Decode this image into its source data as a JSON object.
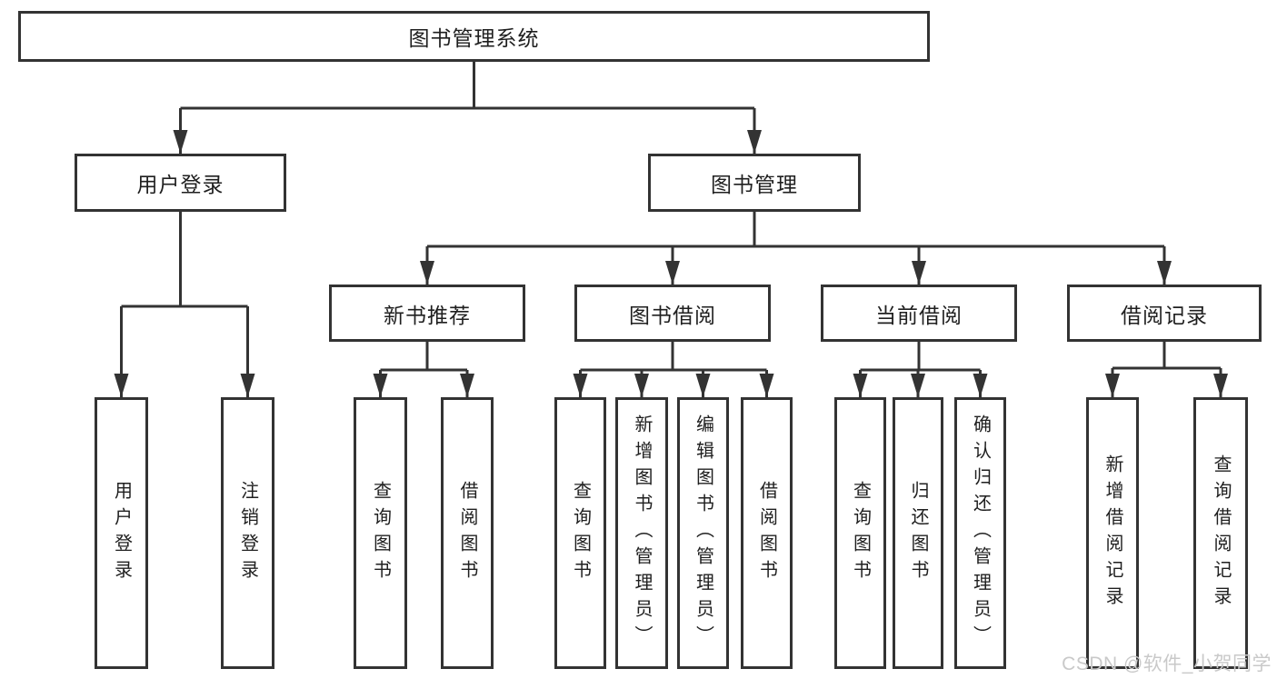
{
  "diagram_type": "hierarchy-tree",
  "watermark": "CSDN @软件_小贺同学",
  "colors": {
    "line": "#333333",
    "box_border": "#333333",
    "box_fill": "#ffffff",
    "text": "#1f1f1f",
    "watermark": "#c9c9c9",
    "background": "#ffffff"
  },
  "tree": {
    "label": "图书管理系统",
    "children": [
      {
        "label": "用户登录",
        "children": [
          {
            "label": "用户登录"
          },
          {
            "label": "注销登录"
          }
        ]
      },
      {
        "label": "图书管理",
        "children": [
          {
            "label": "新书推荐",
            "children": [
              {
                "label": "查询图书"
              },
              {
                "label": "借阅图书"
              }
            ]
          },
          {
            "label": "图书借阅",
            "children": [
              {
                "label": "查询图书"
              },
              {
                "label": "新增图书（管理员）"
              },
              {
                "label": "编辑图书（管理员）"
              },
              {
                "label": "借阅图书"
              }
            ]
          },
          {
            "label": "当前借阅",
            "children": [
              {
                "label": "查询图书"
              },
              {
                "label": "归还图书"
              },
              {
                "label": "确认归还（管理员）"
              }
            ]
          },
          {
            "label": "借阅记录",
            "children": [
              {
                "label": "新增借阅记录"
              },
              {
                "label": "查询借阅记录"
              }
            ]
          }
        ]
      }
    ]
  }
}
